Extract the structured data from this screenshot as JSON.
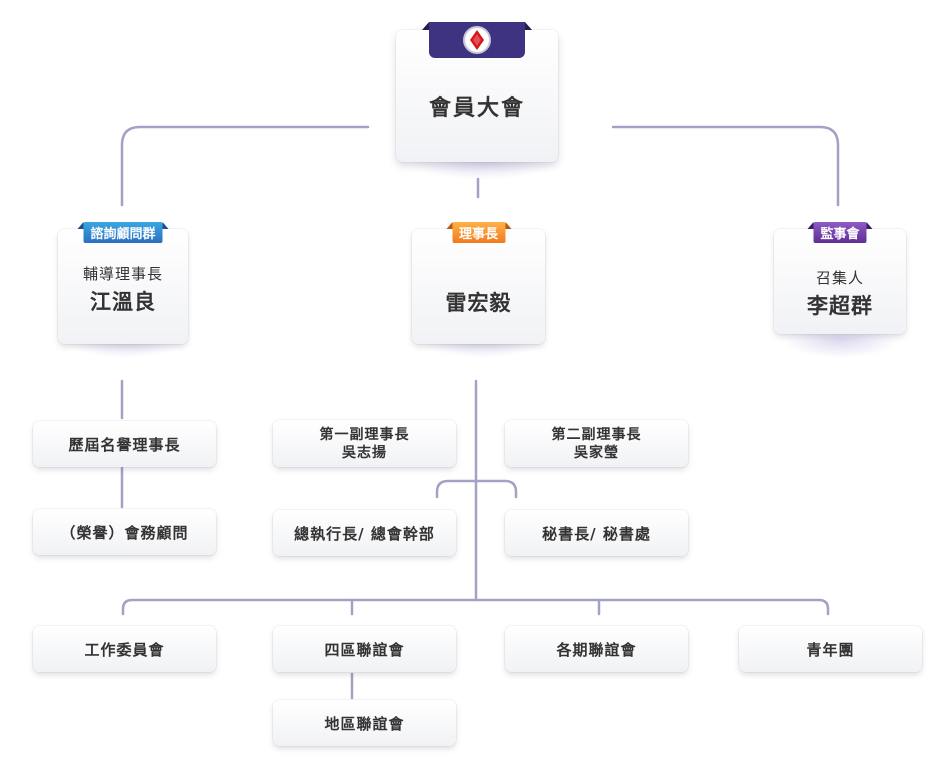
{
  "assembly": {
    "title": "會員大會",
    "logo_icon": "red-diamond-emblem"
  },
  "advisors": {
    "tag": "諮詢顧問群",
    "role": "輔導理事長",
    "name": "江溫良",
    "tag_color": "#2b6fc2"
  },
  "chairman": {
    "tag": "理事長",
    "name": "雷宏毅",
    "tag_color": "#f07a1e"
  },
  "supervisors": {
    "tag": "監事會",
    "role": "召集人",
    "name": "李超群",
    "tag_color": "#5e2e97"
  },
  "left_column": {
    "honorary_chairmen": "歷屆名譽理事長",
    "honorary_advisors": "（榮譽）會務顧問"
  },
  "vice_chairs": {
    "first": {
      "title": "第一副理事長",
      "name": "吳志揚"
    },
    "second": {
      "title": "第二副理事長",
      "name": "吳家瑩"
    }
  },
  "departments": {
    "executive": "總執行長/ 總會幹部",
    "secretary": "秘書長/ 秘書處"
  },
  "committees": {
    "work": "工作委員會",
    "four_district": "四區聯誼會",
    "periodic": "各期聯誼會",
    "youth": "青年團"
  },
  "sub_committees": {
    "regional": "地區聯誼會"
  },
  "colors": {
    "connector": "#a4a1c6",
    "logo_tab": "#3d3380",
    "emblem_red": "#d7141c"
  }
}
